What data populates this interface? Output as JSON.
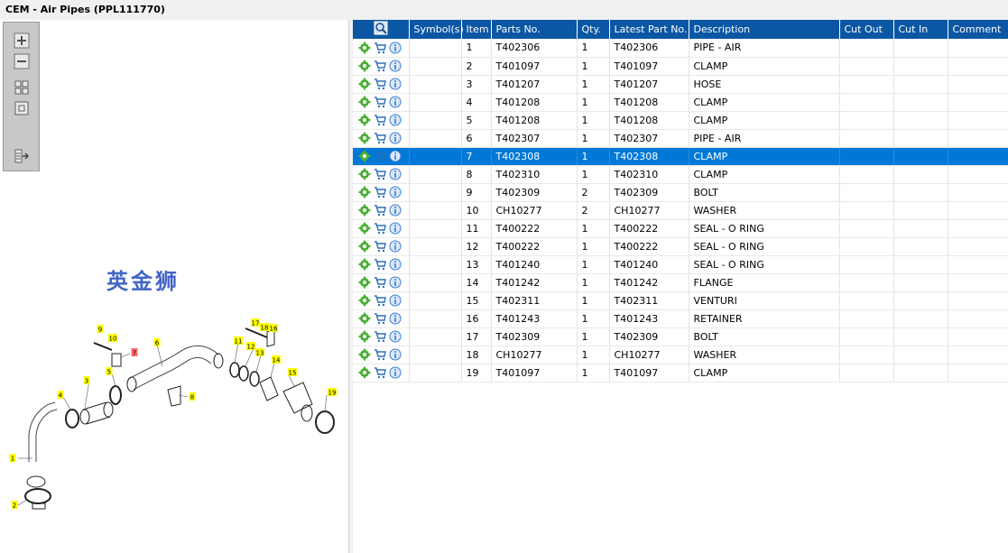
{
  "window": {
    "title": "CEM - Air Pipes (PPL111770)"
  },
  "toolbox": {
    "tools": [
      {
        "name": "zoom-in-icon"
      },
      {
        "name": "zoom-out-icon"
      },
      {
        "name": "fit-all-icon"
      },
      {
        "name": "actual-size-icon"
      },
      {
        "name": "list-export-icon"
      }
    ]
  },
  "diagram": {
    "callouts": [
      "1",
      "2",
      "3",
      "4",
      "5",
      "6",
      "7",
      "8",
      "9",
      "10",
      "11",
      "12",
      "13",
      "14",
      "15",
      "16",
      "17",
      "18",
      "19"
    ]
  },
  "watermark": {
    "text": "英金狮"
  },
  "table": {
    "headers": {
      "symbols": "Symbol(s)",
      "item": "Item",
      "parts_no": "Parts No.",
      "qty": "Qty.",
      "latest_part_no": "Latest Part No.",
      "description": "Description",
      "cut_out": "Cut Out",
      "cut_in": "Cut In",
      "comment": "Comment"
    },
    "selected_item": "7",
    "rows": [
      {
        "item": "1",
        "parts_no": "T402306",
        "qty": "1",
        "latest": "T402306",
        "desc": "PIPE - AIR"
      },
      {
        "item": "2",
        "parts_no": "T401097",
        "qty": "1",
        "latest": "T401097",
        "desc": "CLAMP"
      },
      {
        "item": "3",
        "parts_no": "T401207",
        "qty": "1",
        "latest": "T401207",
        "desc": "HOSE"
      },
      {
        "item": "4",
        "parts_no": "T401208",
        "qty": "1",
        "latest": "T401208",
        "desc": "CLAMP"
      },
      {
        "item": "5",
        "parts_no": "T401208",
        "qty": "1",
        "latest": "T401208",
        "desc": "CLAMP"
      },
      {
        "item": "6",
        "parts_no": "T402307",
        "qty": "1",
        "latest": "T402307",
        "desc": "PIPE - AIR"
      },
      {
        "item": "7",
        "parts_no": "T402308",
        "qty": "1",
        "latest": "T402308",
        "desc": "CLAMP"
      },
      {
        "item": "8",
        "parts_no": "T402310",
        "qty": "1",
        "latest": "T402310",
        "desc": "CLAMP"
      },
      {
        "item": "9",
        "parts_no": "T402309",
        "qty": "2",
        "latest": "T402309",
        "desc": "BOLT"
      },
      {
        "item": "10",
        "parts_no": "CH10277",
        "qty": "2",
        "latest": "CH10277",
        "desc": "WASHER"
      },
      {
        "item": "11",
        "parts_no": "T400222",
        "qty": "1",
        "latest": "T400222",
        "desc": "SEAL - O RING"
      },
      {
        "item": "12",
        "parts_no": "T400222",
        "qty": "1",
        "latest": "T400222",
        "desc": "SEAL - O RING"
      },
      {
        "item": "13",
        "parts_no": "T401240",
        "qty": "1",
        "latest": "T401240",
        "desc": "SEAL - O RING"
      },
      {
        "item": "14",
        "parts_no": "T401242",
        "qty": "1",
        "latest": "T401242",
        "desc": "FLANGE"
      },
      {
        "item": "15",
        "parts_no": "T402311",
        "qty": "1",
        "latest": "T402311",
        "desc": "VENTURI"
      },
      {
        "item": "16",
        "parts_no": "T401243",
        "qty": "1",
        "latest": "T401243",
        "desc": "RETAINER"
      },
      {
        "item": "17",
        "parts_no": "T402309",
        "qty": "1",
        "latest": "T402309",
        "desc": "BOLT"
      },
      {
        "item": "18",
        "parts_no": "CH10277",
        "qty": "1",
        "latest": "CH10277",
        "desc": "WASHER"
      },
      {
        "item": "19",
        "parts_no": "T401097",
        "qty": "1",
        "latest": "T401097",
        "desc": "CLAMP"
      }
    ]
  },
  "colors": {
    "header_bg": "#0b57a4",
    "selected_row": "#0078d7",
    "callout_bg": "#ffff00",
    "gear_icon": "#4caf3a",
    "cart_icon": "#2d6fb8",
    "info_icon": "#3a7bd5"
  }
}
